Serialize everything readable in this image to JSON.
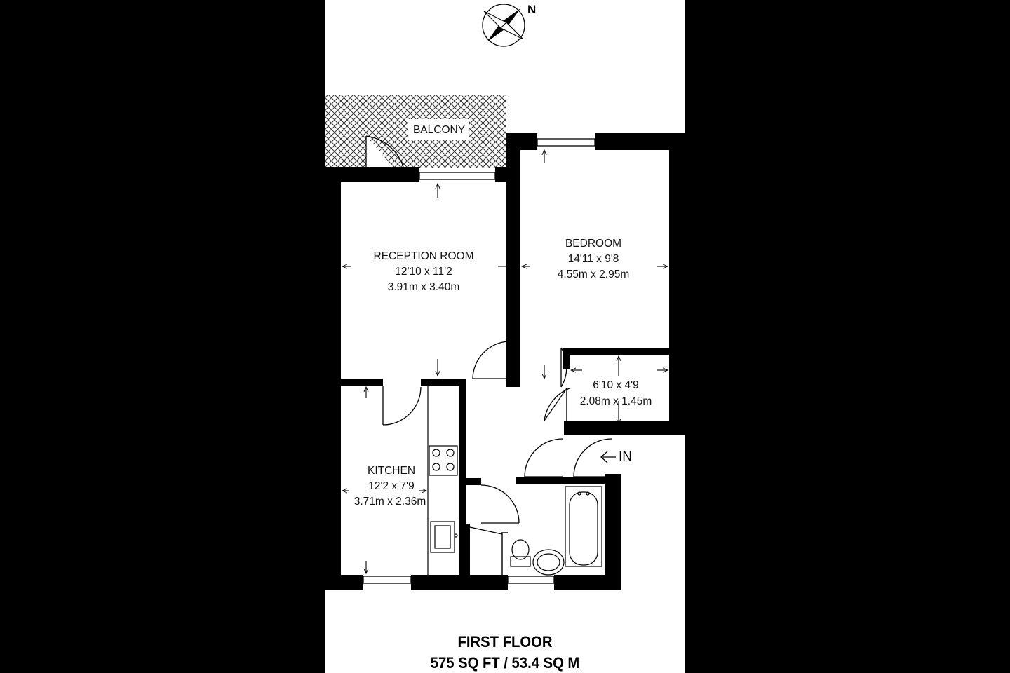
{
  "compass": {
    "label": "N"
  },
  "rooms": {
    "balcony": {
      "name": "BALCONY"
    },
    "reception": {
      "name": "RECEPTION ROOM",
      "size_imperial": "12'10 x 11'2",
      "size_metric": "3.91m x 3.40m"
    },
    "bedroom": {
      "name": "BEDROOM",
      "size_imperial": "14'11 x 9'8",
      "size_metric": "4.55m x 2.95m"
    },
    "storage": {
      "size_imperial": "6'10 x 4'9",
      "size_metric": "2.08m x 1.45m"
    },
    "kitchen": {
      "name": "KITCHEN",
      "size_imperial": "12'2 x 7'9",
      "size_metric": "3.71m x 2.36m"
    }
  },
  "entrance": {
    "label": "IN"
  },
  "floor": {
    "name": "FIRST FLOOR",
    "area": "575 SQ FT / 53.4 SQ M"
  }
}
